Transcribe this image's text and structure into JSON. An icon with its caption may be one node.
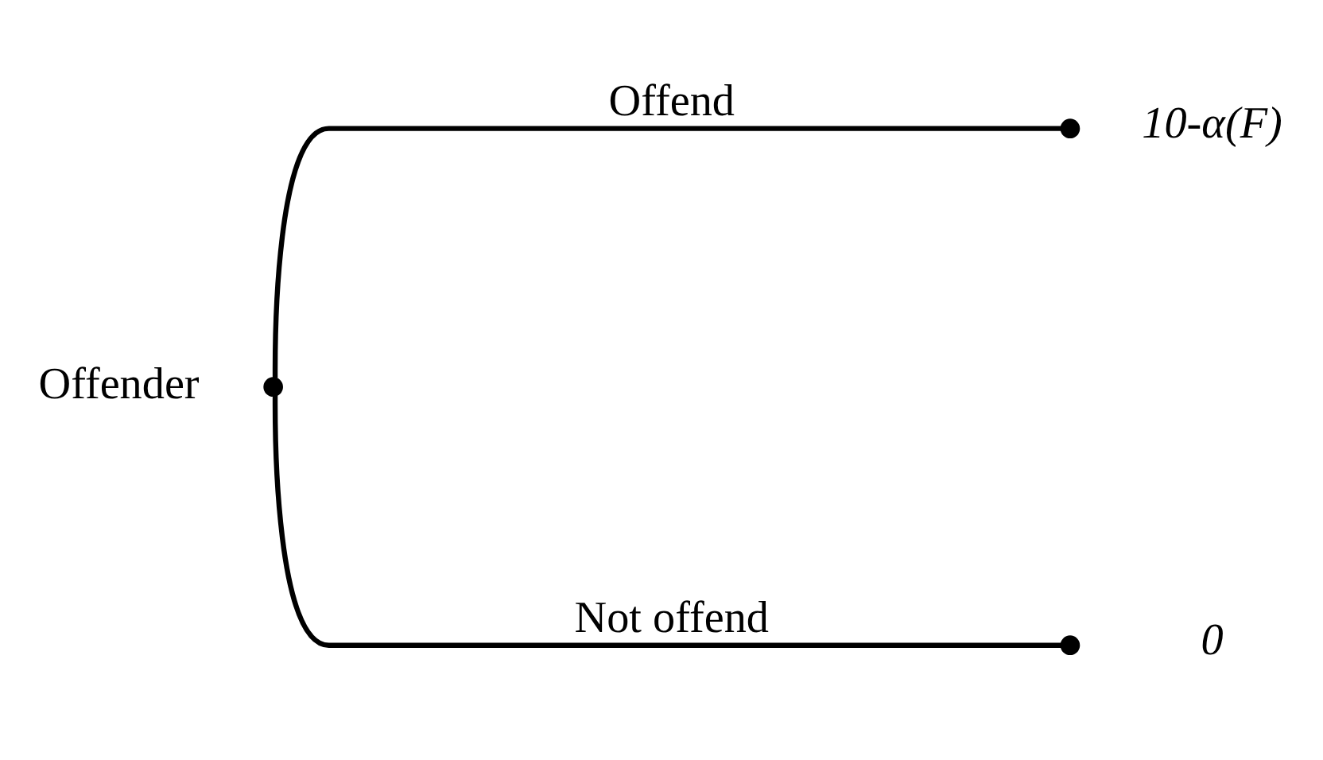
{
  "diagram": {
    "nodes": [
      {
        "text": [],
        "shape": "circle",
        "beside": [
          "Offender"
        ]
      },
      {
        "text": [],
        "shape": "circle",
        "beside": [
          "10-α(F)"
        ]
      },
      {
        "text": [],
        "shape": "circle",
        "beside": [
          "0"
        ]
      }
    ],
    "edges": [
      {
        "from": 0,
        "to": 1,
        "arrow": "none",
        "label": "Offend"
      },
      {
        "from": 0,
        "to": 2,
        "arrow": "none",
        "label": "Not offend"
      }
    ]
  }
}
